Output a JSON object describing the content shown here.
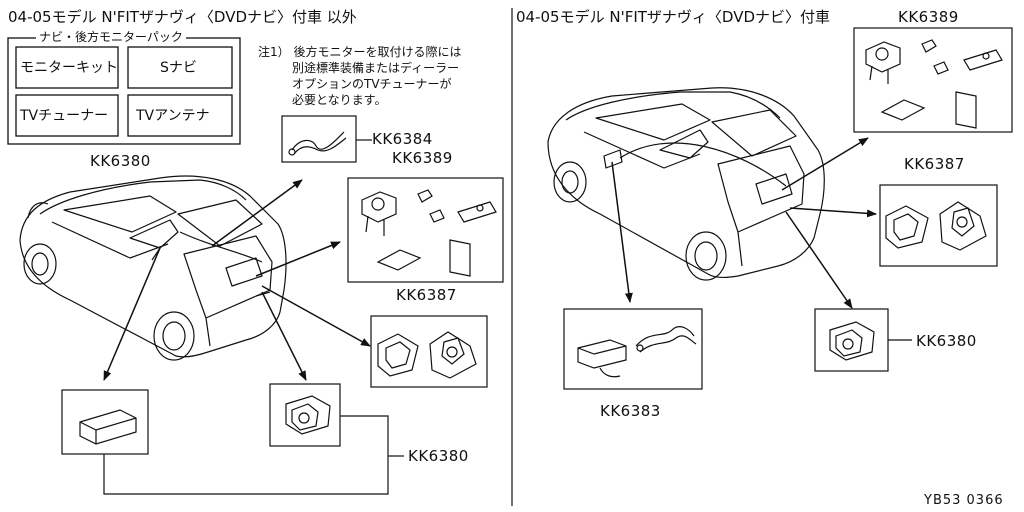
{
  "left": {
    "heading": "04-05モデル N'FITザナヴィ〈DVDナビ〉付車 以外",
    "pack": {
      "title": "ナビ・後方モニターパック",
      "items": [
        "モニターキット",
        "Sナビ",
        "TVチューナー",
        "TVアンテナ"
      ],
      "label": "KK6380"
    },
    "note": {
      "lines": [
        "注1） 後方モニターを取付ける際には",
        "別途標準装備またはディーラー",
        "オプションのTVチューナーが",
        "必要となります。"
      ]
    },
    "labels": {
      "cable": "KK6384",
      "bracket": "KK6389",
      "cover": "KK6387",
      "camera": "KK6380"
    }
  },
  "right": {
    "heading": "04-05モデル N'FITザナヴィ〈DVDナビ〉付車",
    "labels": {
      "bracket": "KK6389",
      "cover": "KK6387",
      "camera": "KK6380",
      "unit": "KK6383"
    }
  },
  "code": "YB53 0366"
}
